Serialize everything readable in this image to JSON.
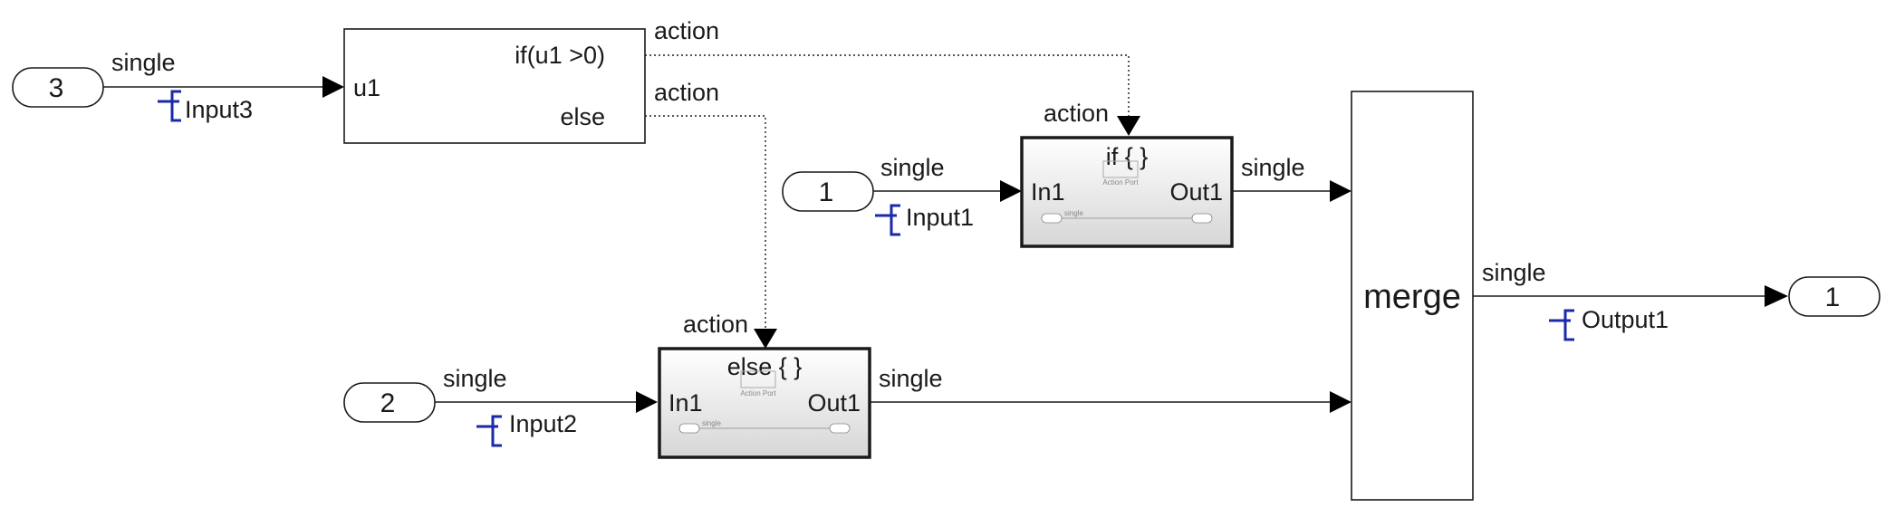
{
  "inports": [
    {
      "id": "in3",
      "label": "3"
    },
    {
      "id": "in1",
      "label": "1"
    },
    {
      "id": "in2",
      "label": "2"
    }
  ],
  "outport": {
    "label": "1"
  },
  "signals": {
    "input3": {
      "type": "single",
      "name": "Input3"
    },
    "input1": {
      "type": "single",
      "name": "Input1"
    },
    "input2": {
      "type": "single",
      "name": "Input2"
    },
    "if_out": {
      "type": "single"
    },
    "else_out": {
      "type": "single"
    },
    "output1": {
      "type": "single",
      "name": "Output1"
    }
  },
  "if_block": {
    "input_port": "u1",
    "if_condition": "if(u1 >0)",
    "else_label": "else",
    "action_out_1": "action",
    "action_out_2": "action"
  },
  "if_subsystem": {
    "title": "if { }",
    "action_label": "action",
    "in_port": "In1",
    "out_port": "Out1",
    "action_port_caption": "Action Port",
    "inner_signal": "single"
  },
  "else_subsystem": {
    "title": "else { }",
    "action_label": "action",
    "in_port": "In1",
    "out_port": "Out1",
    "action_port_caption": "Action Port",
    "inner_signal": "single"
  },
  "merge_block": {
    "label": "merge"
  },
  "colors": {
    "signal_icon": "#1a2aa8",
    "line": "#1a1a1a",
    "background": "#ffffff"
  }
}
